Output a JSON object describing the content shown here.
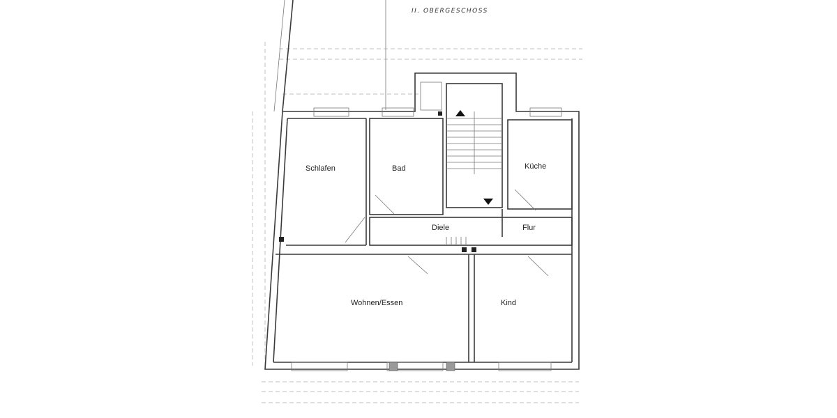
{
  "title": "II. OBERGESCHOSS",
  "rooms": {
    "schlafen": "Schlafen",
    "bad": "Bad",
    "kueche": "Küche",
    "diele": "Diele",
    "flur": "Flur",
    "wohnen": "Wohnen/Essen",
    "kind": "Kind"
  },
  "colors": {
    "line": "#3a3a3a",
    "background": "#ffffff"
  }
}
